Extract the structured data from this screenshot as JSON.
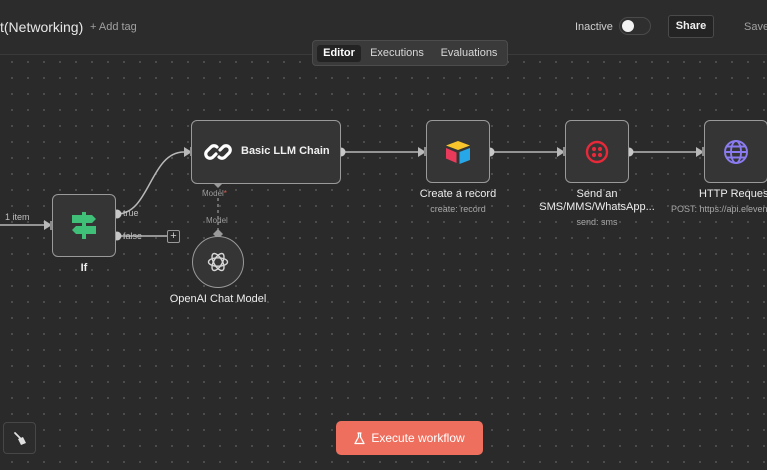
{
  "header": {
    "workflow_name": "t(Networking)",
    "add_tag": "+ Add tag",
    "status_label": "Inactive",
    "share_label": "Share",
    "save_label": "Save"
  },
  "view_tabs": [
    "Editor",
    "Executions",
    "Evaluations"
  ],
  "canvas": {
    "edge_label": "1 item",
    "if_node": {
      "label": "If",
      "true_label": "true",
      "false_label": "false",
      "add_icon": "+"
    },
    "llm_chain": {
      "title": "Basic LLM Chain",
      "model_port_label": "Model",
      "required_mark": "*"
    },
    "model_connector_label": "Model",
    "openai_node": {
      "label": "OpenAI Chat Model"
    },
    "airtable_node": {
      "label": "Create a record",
      "sublabel": "create: record"
    },
    "twilio_node": {
      "label_line1": "Send an",
      "label_line2": "SMS/MMS/WhatsApp...",
      "sublabel": "send: sms"
    },
    "http_node": {
      "label": "HTTP Reques",
      "sublabel": "POST: https://api.eleven"
    }
  },
  "execute_button": {
    "label": "Execute workflow"
  },
  "icons": {
    "if": "if-signpost-icon",
    "llm_chain": "link-chain-icon",
    "openai": "openai-logo-icon",
    "airtable": "airtable-logo-icon",
    "twilio": "twilio-logo-icon",
    "http": "globe-icon",
    "execute": "flask-icon",
    "tidy": "broom-icon"
  },
  "colors": {
    "execute_accent": "#ef6f5e",
    "if_green": "#3fbf78",
    "twilio_red": "#e8293a",
    "http_purple": "#8a7cf0",
    "required_red": "#e05a4b"
  }
}
